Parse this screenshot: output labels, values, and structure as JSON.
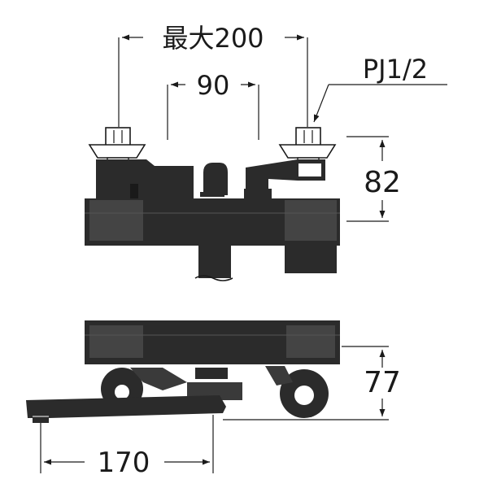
{
  "drawing": {
    "dimensions": {
      "max_width": "最大200",
      "center_spacing": "90",
      "connection": "PJ1/2",
      "height_front": "82",
      "height_side": "77",
      "projection": "170"
    }
  }
}
